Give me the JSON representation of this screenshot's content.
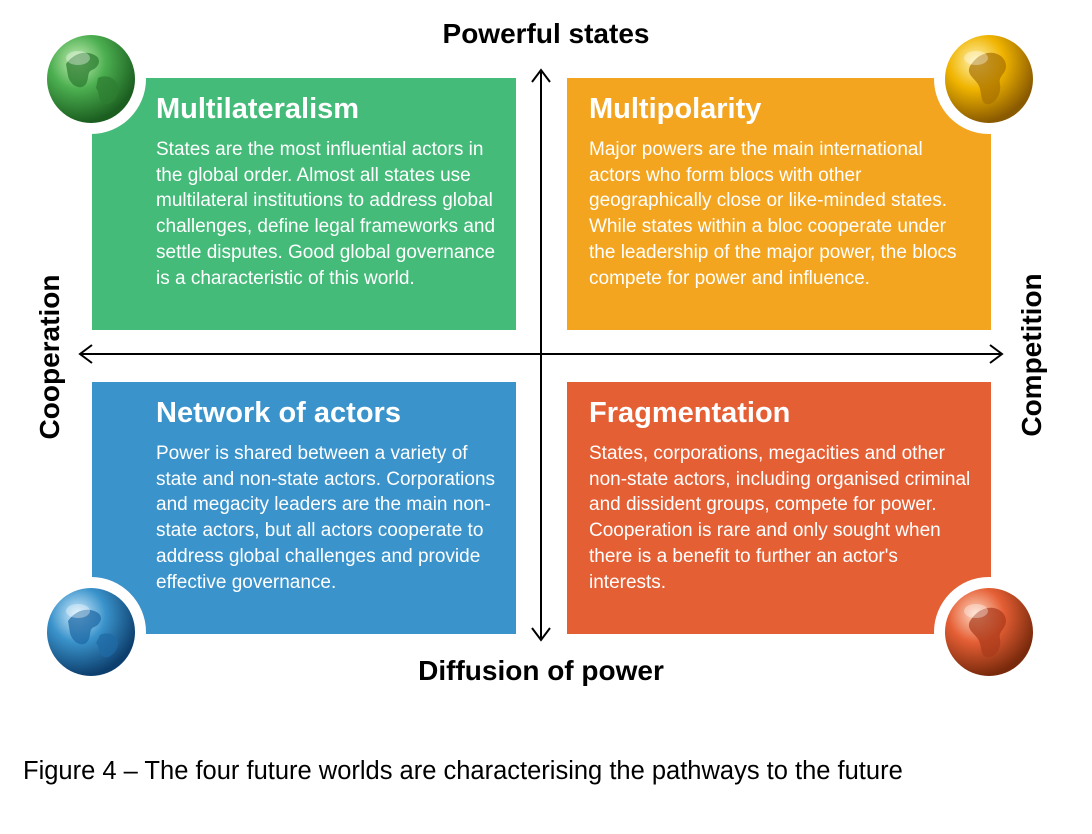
{
  "axes": {
    "top": "Powerful states",
    "bottom": "Diffusion of power",
    "left": "Cooperation",
    "right": "Competition"
  },
  "quadrants": {
    "top_left": {
      "title": "Multilateralism",
      "text": "States are the most influential actors in the global order. Almost all states use multilateral institutions to address global challenges, define legal frameworks and settle disputes. Good global governance is a characteristic of this world.",
      "color": "#45bb7a"
    },
    "top_right": {
      "title": "Multipolarity",
      "text": "Major powers are the main international actors who form blocs with other geographically close or like-minded states. While states within a bloc cooperate under the leadership of the major power, the blocs compete for power and influence.",
      "color": "#f3a520"
    },
    "bottom_left": {
      "title": "Network of actors",
      "text": "Power is shared between a variety of state and non-state actors. Corporations and megacity leaders are the main non-state actors, but all actors cooperate to address global challenges and provide effective governance.",
      "color": "#3a93cb"
    },
    "bottom_right": {
      "title": "Fragmentation",
      "text": "States, corporations, megacities and other non-state actors, including organised criminal and dissident groups, compete for power. Cooperation is rare and only sought when there is a benefit to further an actor's interests.",
      "color": "#e55f35"
    }
  },
  "globes": {
    "top_left": "green-globe-icon",
    "top_right": "gold-globe-icon",
    "bottom_left": "blue-globe-icon",
    "bottom_right": "orange-globe-icon"
  },
  "caption": "Figure 4 – The four future worlds are characterising the pathways to the future"
}
